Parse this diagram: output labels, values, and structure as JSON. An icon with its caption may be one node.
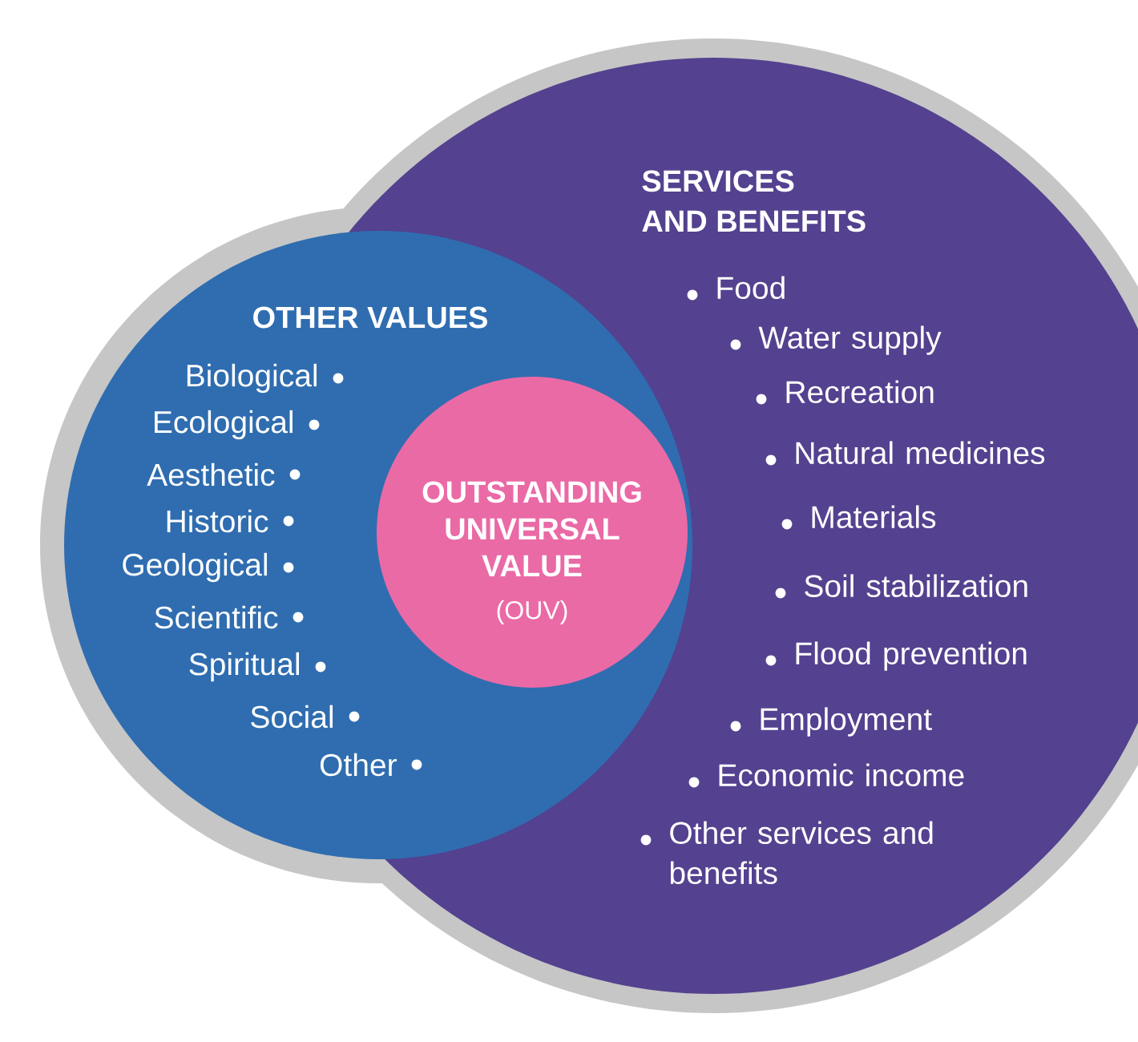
{
  "diagram": {
    "nodes": [
      {
        "text": [
          "SERVICES AND BENEFITS",
          "Food",
          "Water supply",
          "Recreation",
          "Natural medicines",
          "Materials",
          "Soil stabilization",
          "Flood prevention",
          "Employment",
          "Economic income",
          "Other services and benefits"
        ]
      },
      {
        "text": [
          "OTHER VALUES",
          "Biological",
          "Ecological",
          "Aesthetic",
          "Historic",
          "Geological",
          "Scientific",
          "Spiritual",
          "Social",
          "Other"
        ]
      },
      {
        "text": [
          "OUTSTANDING UNIVERSAL VALUE",
          "(OUV)"
        ]
      }
    ]
  }
}
